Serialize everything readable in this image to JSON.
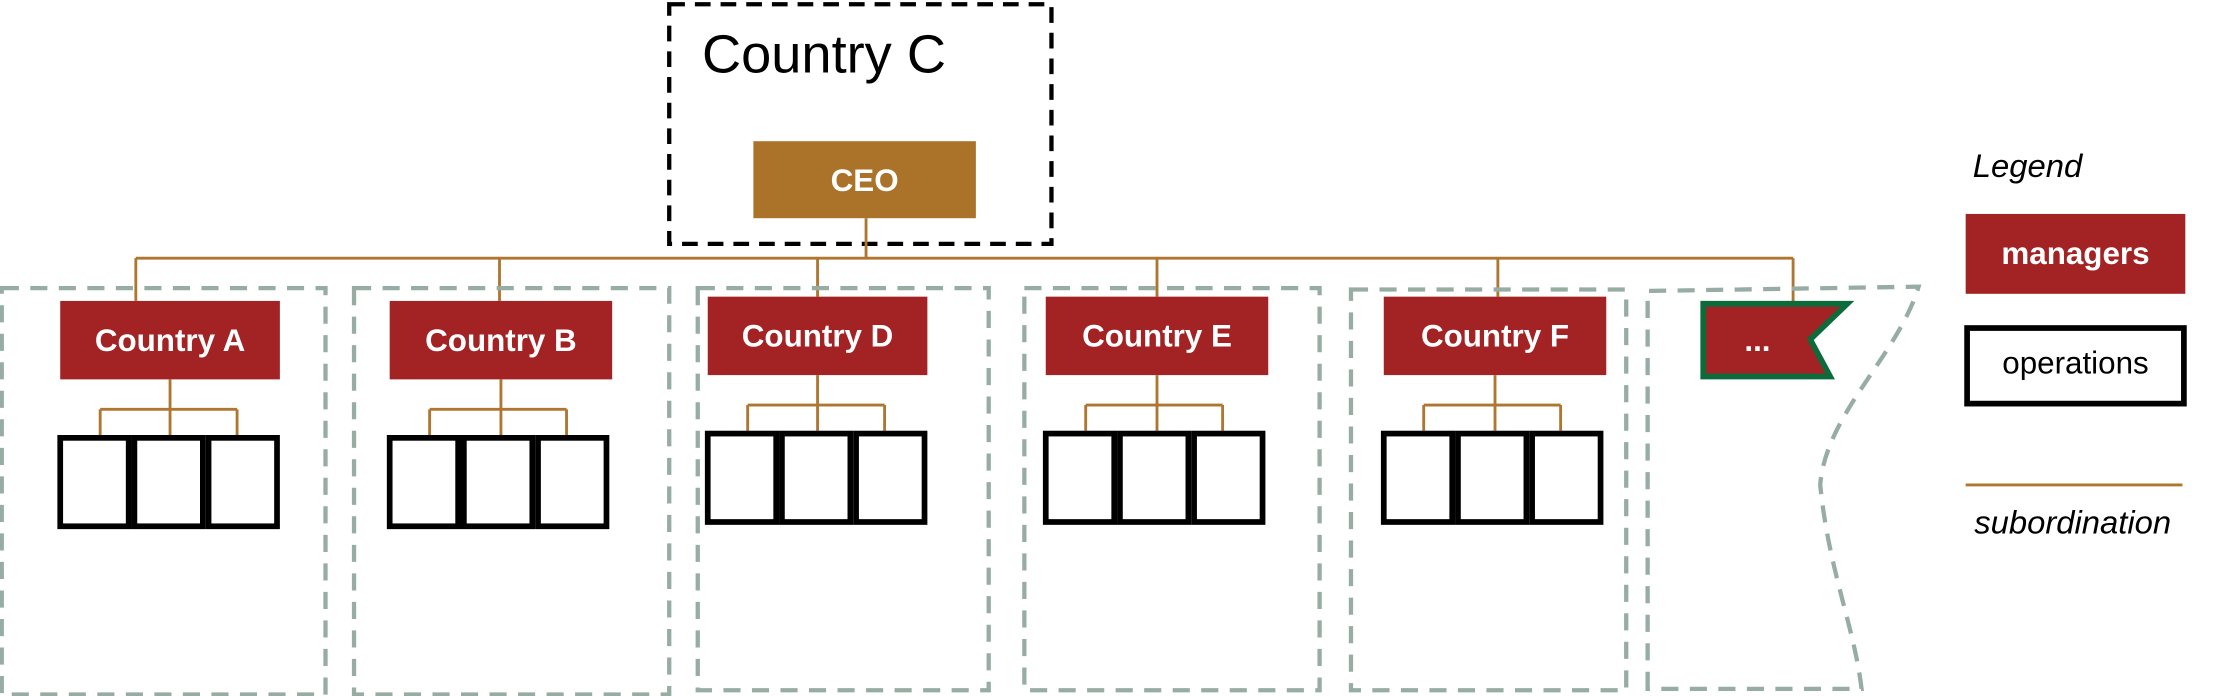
{
  "colors": {
    "manager": "#A32224",
    "ceo": "#AB732A",
    "link": "#AF7630",
    "group_border": "#97ACA3",
    "flag_border": "#0B6B3A"
  },
  "hq": {
    "title": "Country C",
    "ceo_label": "CEO"
  },
  "countries": [
    {
      "label": "Country A",
      "operations": 3
    },
    {
      "label": "Country B",
      "operations": 3
    },
    {
      "label": "Country D",
      "operations": 3
    },
    {
      "label": "Country E",
      "operations": 3
    },
    {
      "label": "Country F",
      "operations": 3
    }
  ],
  "more_label": "...",
  "legend": {
    "title": "Legend",
    "managers": "managers",
    "operations": "operations",
    "subordination": "subordination"
  }
}
